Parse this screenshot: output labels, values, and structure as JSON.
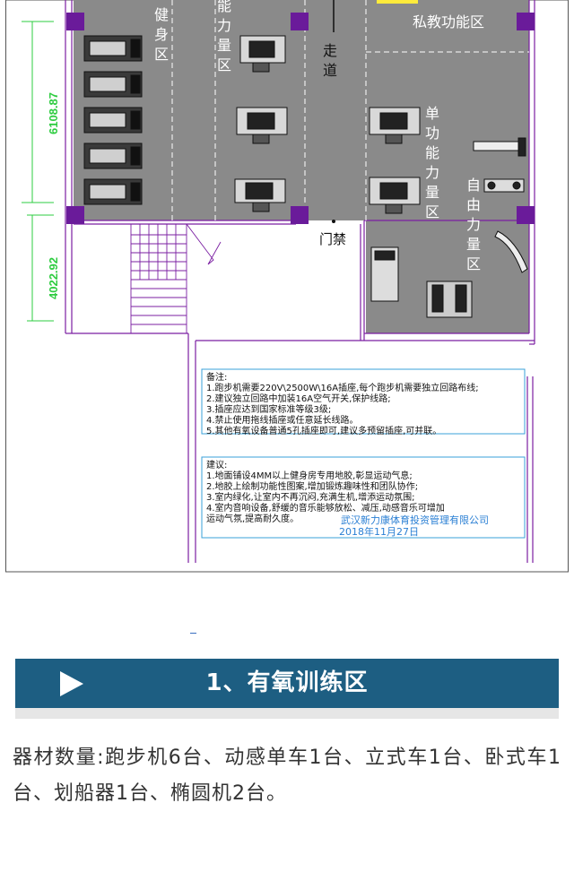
{
  "plan": {
    "zones": {
      "jianshen": "健身区",
      "nengliang": "能力量区",
      "zoudao": "走道",
      "sijiao": "私教功能区",
      "dangongneng": "单功能力量区",
      "ziyou": "自由力量区",
      "menjin": "门禁"
    },
    "dimensions": {
      "upper": "6108.87",
      "lower": "4022.92"
    },
    "notes": {
      "heading": "备注:",
      "lines": [
        "1.跑步机需要220V\\2500W\\16A插座,每个跑步机需要独立回路布线;",
        "2.建议独立回路中加装16A空气开关,保护线路;",
        "3.插座应达到国家标准等级3级;",
        "4.禁止使用拖线插座或任意延长线路。",
        "5.其他有氧设备普通5孔插座即可,建议多预留插座,可并联。"
      ]
    },
    "suggestions": {
      "heading": "建议:",
      "lines": [
        "1.地面铺设4MM以上健身房专用地胶,彰显运动气息;",
        "2.地胶上绘制功能性图案,增加锻炼趣味性和团队协作;",
        "3.室内绿化,让室内不再沉闷,充满生机,增添运动氛围;",
        "4.室内音响设备,舒缓的音乐能够放松、减压,动感音乐可增加",
        "运动气氛,提高耐久度。"
      ],
      "company": "武汉新力康体育投资管理有限公司",
      "date": "2018年11月27日"
    },
    "colors": {
      "floor": "#8a8a8a",
      "wall": "#7b1fa2",
      "pillar": "#6a1b9a",
      "dimension": "#2ecc40",
      "note_border": "#3aa0d8",
      "company_text": "#2a7fd4"
    }
  },
  "section": {
    "title": "1、有氧训练区",
    "arrow_icon": "play-arrow-icon",
    "body": "器材数量:跑步机6台、动感单车1台、立式车1台、卧式车1台、划船器1台、椭圆机2台。",
    "colors": {
      "header_bg": "#1d5e82",
      "header_text": "#ffffff",
      "body_text": "#333333"
    }
  }
}
